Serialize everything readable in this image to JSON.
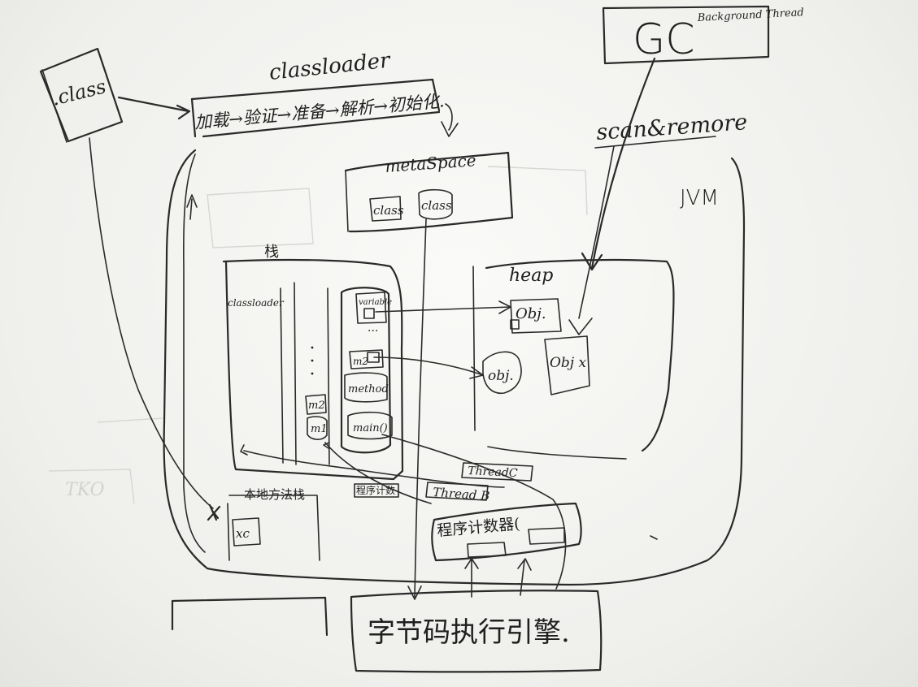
{
  "labels": {
    "class_file": ".class",
    "classloader_title": "classloader",
    "loading_steps": "加载→验证→准备→解析→初始化.",
    "gc": "GC",
    "background_thread": "Background Thread",
    "scan_remove": "scan&remore",
    "jvm": "JVM",
    "metaspace": "metaSpace",
    "class_1": "class",
    "class_2": "class",
    "stack": "栈",
    "stack_classloader": "classloader",
    "variable": "variable",
    "m2_frame": "m2",
    "method_frame": "method",
    "main_frame": "main()",
    "m2_left": "m2",
    "m1_left": "m1",
    "heap": "heap",
    "obj_1": "Obj.",
    "obj_2": "obj.",
    "obj_3": "Obj x",
    "native_stack": "本地方法栈",
    "native_box": "xc",
    "program_counter_tag": "程序计数",
    "thread_c": "ThreadC",
    "thread_b": "Thread B",
    "program_counter": "程序计数器(",
    "bytecode_engine": "字节码执行引擎."
  }
}
